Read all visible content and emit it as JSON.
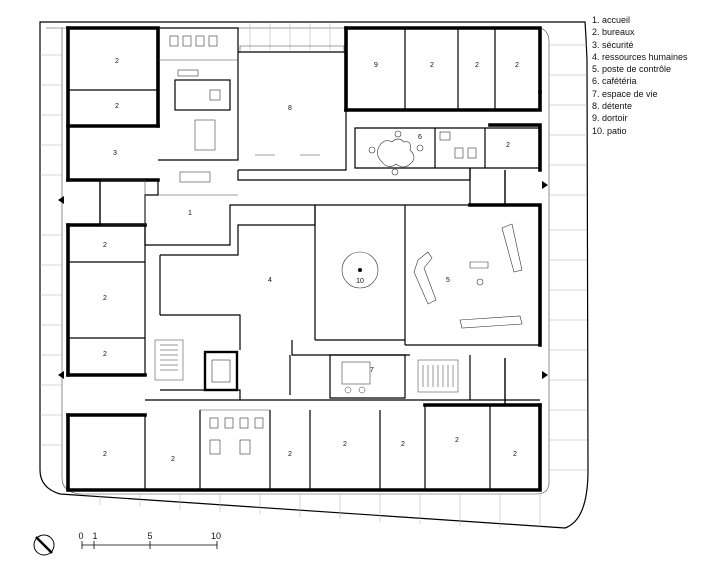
{
  "legend": [
    "1. accueil",
    "2. bureaux",
    "3. sécurité",
    "4. ressources humaines",
    "5. poste de contrôle",
    "6. cafétéria",
    "7. espace de vie",
    "8. détente",
    "9. dortoir",
    "10. patio"
  ],
  "room_numbers": {
    "nw_office_top": "2",
    "nw_office_bottom": "2",
    "security": "3",
    "relax": "8",
    "dorm": "9",
    "ne_office_1": "2",
    "ne_office_2": "2",
    "ne_office_3": "2",
    "cafeteria": "6",
    "e_office_small": "2",
    "reception": "1",
    "w_office_1": "2",
    "w_office_2": "2",
    "w_office_3": "2",
    "hr": "4",
    "patio": "10",
    "control": "5",
    "living": "7",
    "s_office_1": "2",
    "s_office_2": "2",
    "s_office_3": "2",
    "s_office_4": "2",
    "s_office_5": "2",
    "s_office_6": "2"
  },
  "scale_bar": {
    "labels": [
      "0",
      "1",
      "5",
      "10"
    ]
  }
}
